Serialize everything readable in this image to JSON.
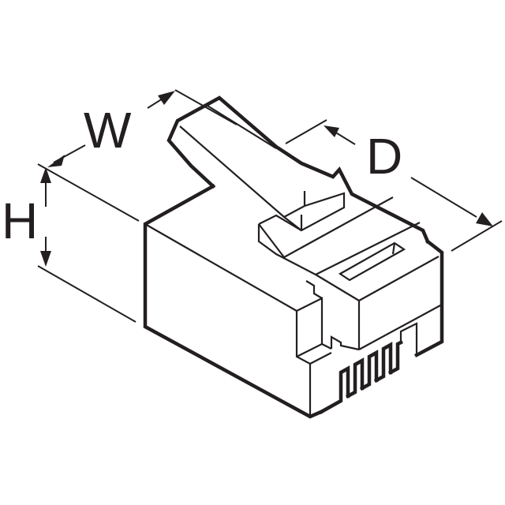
{
  "diagram": {
    "subject": "RJ45 modular plug",
    "labels": {
      "width": "W",
      "height": "H",
      "depth": "D"
    },
    "colors": {
      "line": "#231f20",
      "background": "#ffffff"
    }
  }
}
